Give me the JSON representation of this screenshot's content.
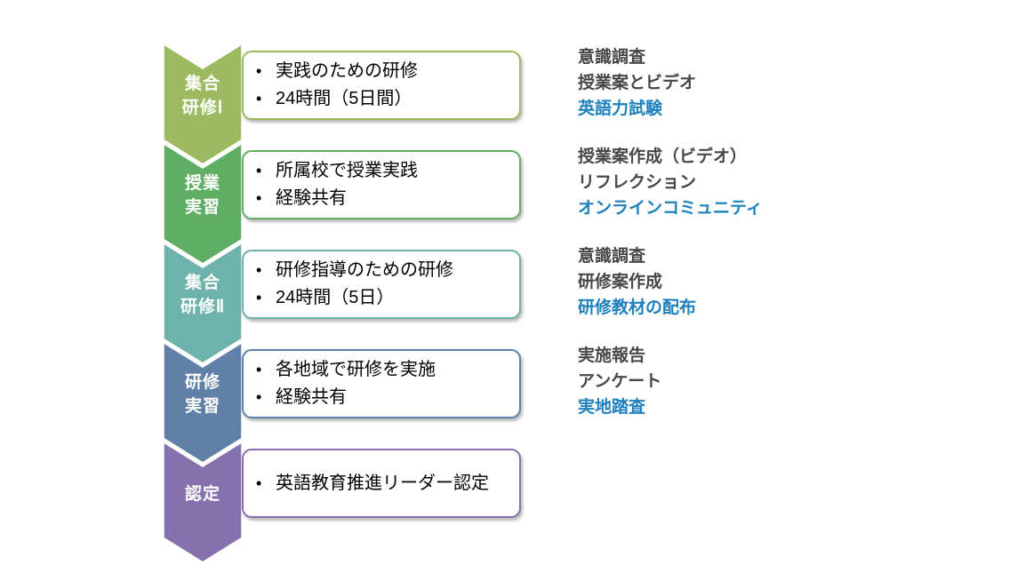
{
  "ui": {
    "bullet_glyph": "•"
  },
  "colors": {
    "stage1": "#9cba5f",
    "stage2": "#5fae63",
    "stage3": "#6db3ab",
    "stage4": "#6180a8",
    "stage5": "#8571ae",
    "note_text": "#474747",
    "note_highlight": "#1f81bc",
    "box_background": "#ffffff",
    "label_text": "#ffffff",
    "bullet_text": "#000000"
  },
  "stages": [
    {
      "label_lines": [
        "集合",
        "研修Ⅰ"
      ],
      "color": "#9cba5f",
      "bullets": [
        "実践のための研修",
        "24時間（5日間）"
      ],
      "notes": [
        {
          "text": "意識調査",
          "highlight": false
        },
        {
          "text": "授業案とビデオ",
          "highlight": false
        },
        {
          "text": "英語力試験",
          "highlight": true
        }
      ]
    },
    {
      "label_lines": [
        "授業",
        "実習"
      ],
      "color": "#5fae63",
      "bullets": [
        "所属校で授業実践",
        "経験共有"
      ],
      "notes": [
        {
          "text": "授業案作成（ビデオ）",
          "highlight": false
        },
        {
          "text": "リフレクション",
          "highlight": false
        },
        {
          "text": "オンラインコミュニティ",
          "highlight": true
        }
      ]
    },
    {
      "label_lines": [
        "集合",
        "研修Ⅱ"
      ],
      "color": "#6db3ab",
      "bullets": [
        "研修指導のための研修",
        "24時間（5日）"
      ],
      "notes": [
        {
          "text": "意識調査",
          "highlight": false
        },
        {
          "text": "研修案作成",
          "highlight": false
        },
        {
          "text": "研修教材の配布",
          "highlight": true
        }
      ]
    },
    {
      "label_lines": [
        "研修",
        "実習"
      ],
      "color": "#6180a8",
      "bullets": [
        "各地域で研修を実施",
        "経験共有"
      ],
      "notes": [
        {
          "text": "実施報告",
          "highlight": false
        },
        {
          "text": "アンケート",
          "highlight": false
        },
        {
          "text": "実地踏査",
          "highlight": true
        }
      ]
    },
    {
      "label_lines": [
        "認定"
      ],
      "color": "#8571ae",
      "bullets": [
        "英語教育推進リーダー認定"
      ],
      "notes": []
    }
  ]
}
